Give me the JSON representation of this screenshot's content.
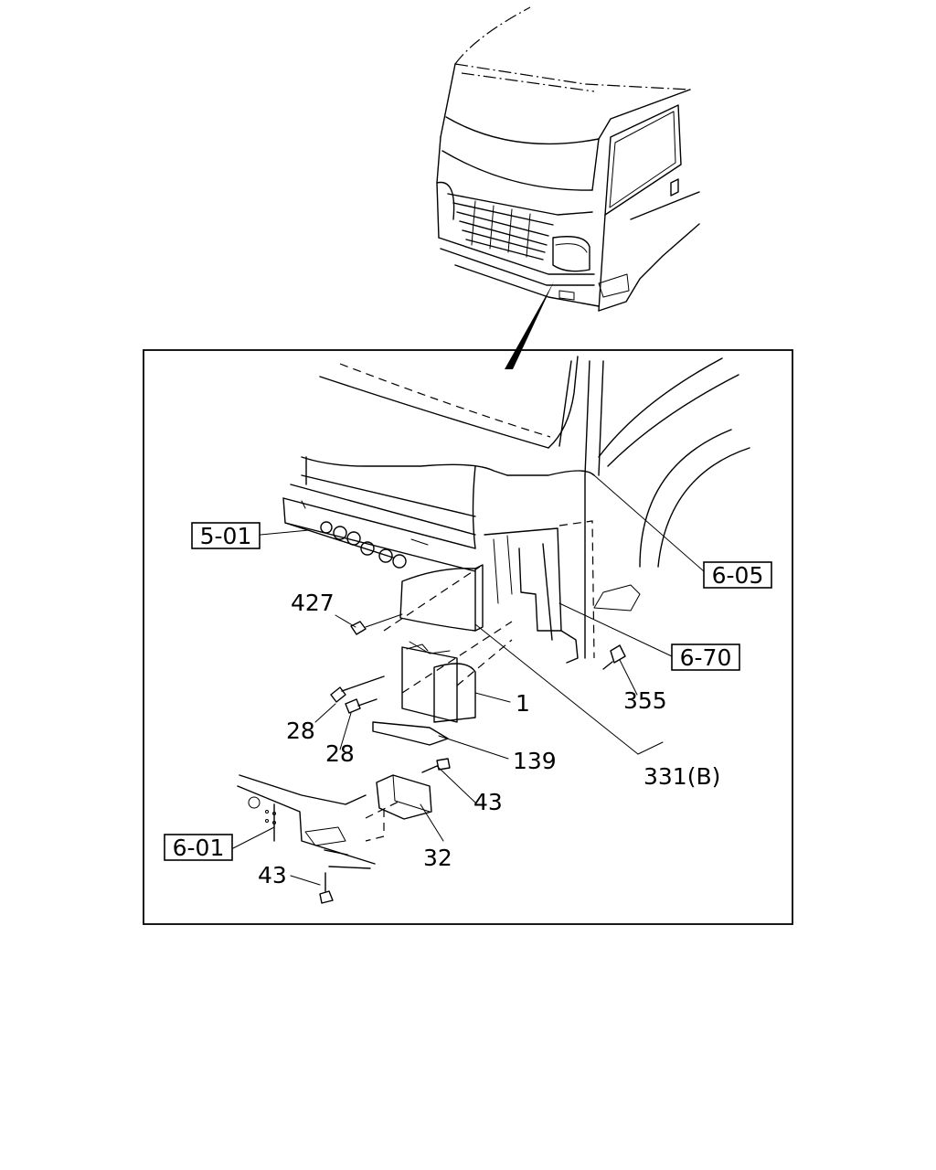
{
  "callouts": {
    "ref_5_01": "5-01",
    "ref_6_05": "6-05",
    "ref_6_70": "6-70",
    "ref_6_01": "6-01",
    "part_427": "427",
    "part_1": "1",
    "part_28_upper": "28",
    "part_28_lower": "28",
    "part_139": "139",
    "part_355": "355",
    "part_331b": "331(B)",
    "part_43_upper": "43",
    "part_32": "32",
    "part_43_lower": "43"
  },
  "colors": {
    "line": "#000000",
    "background": "#ffffff"
  }
}
